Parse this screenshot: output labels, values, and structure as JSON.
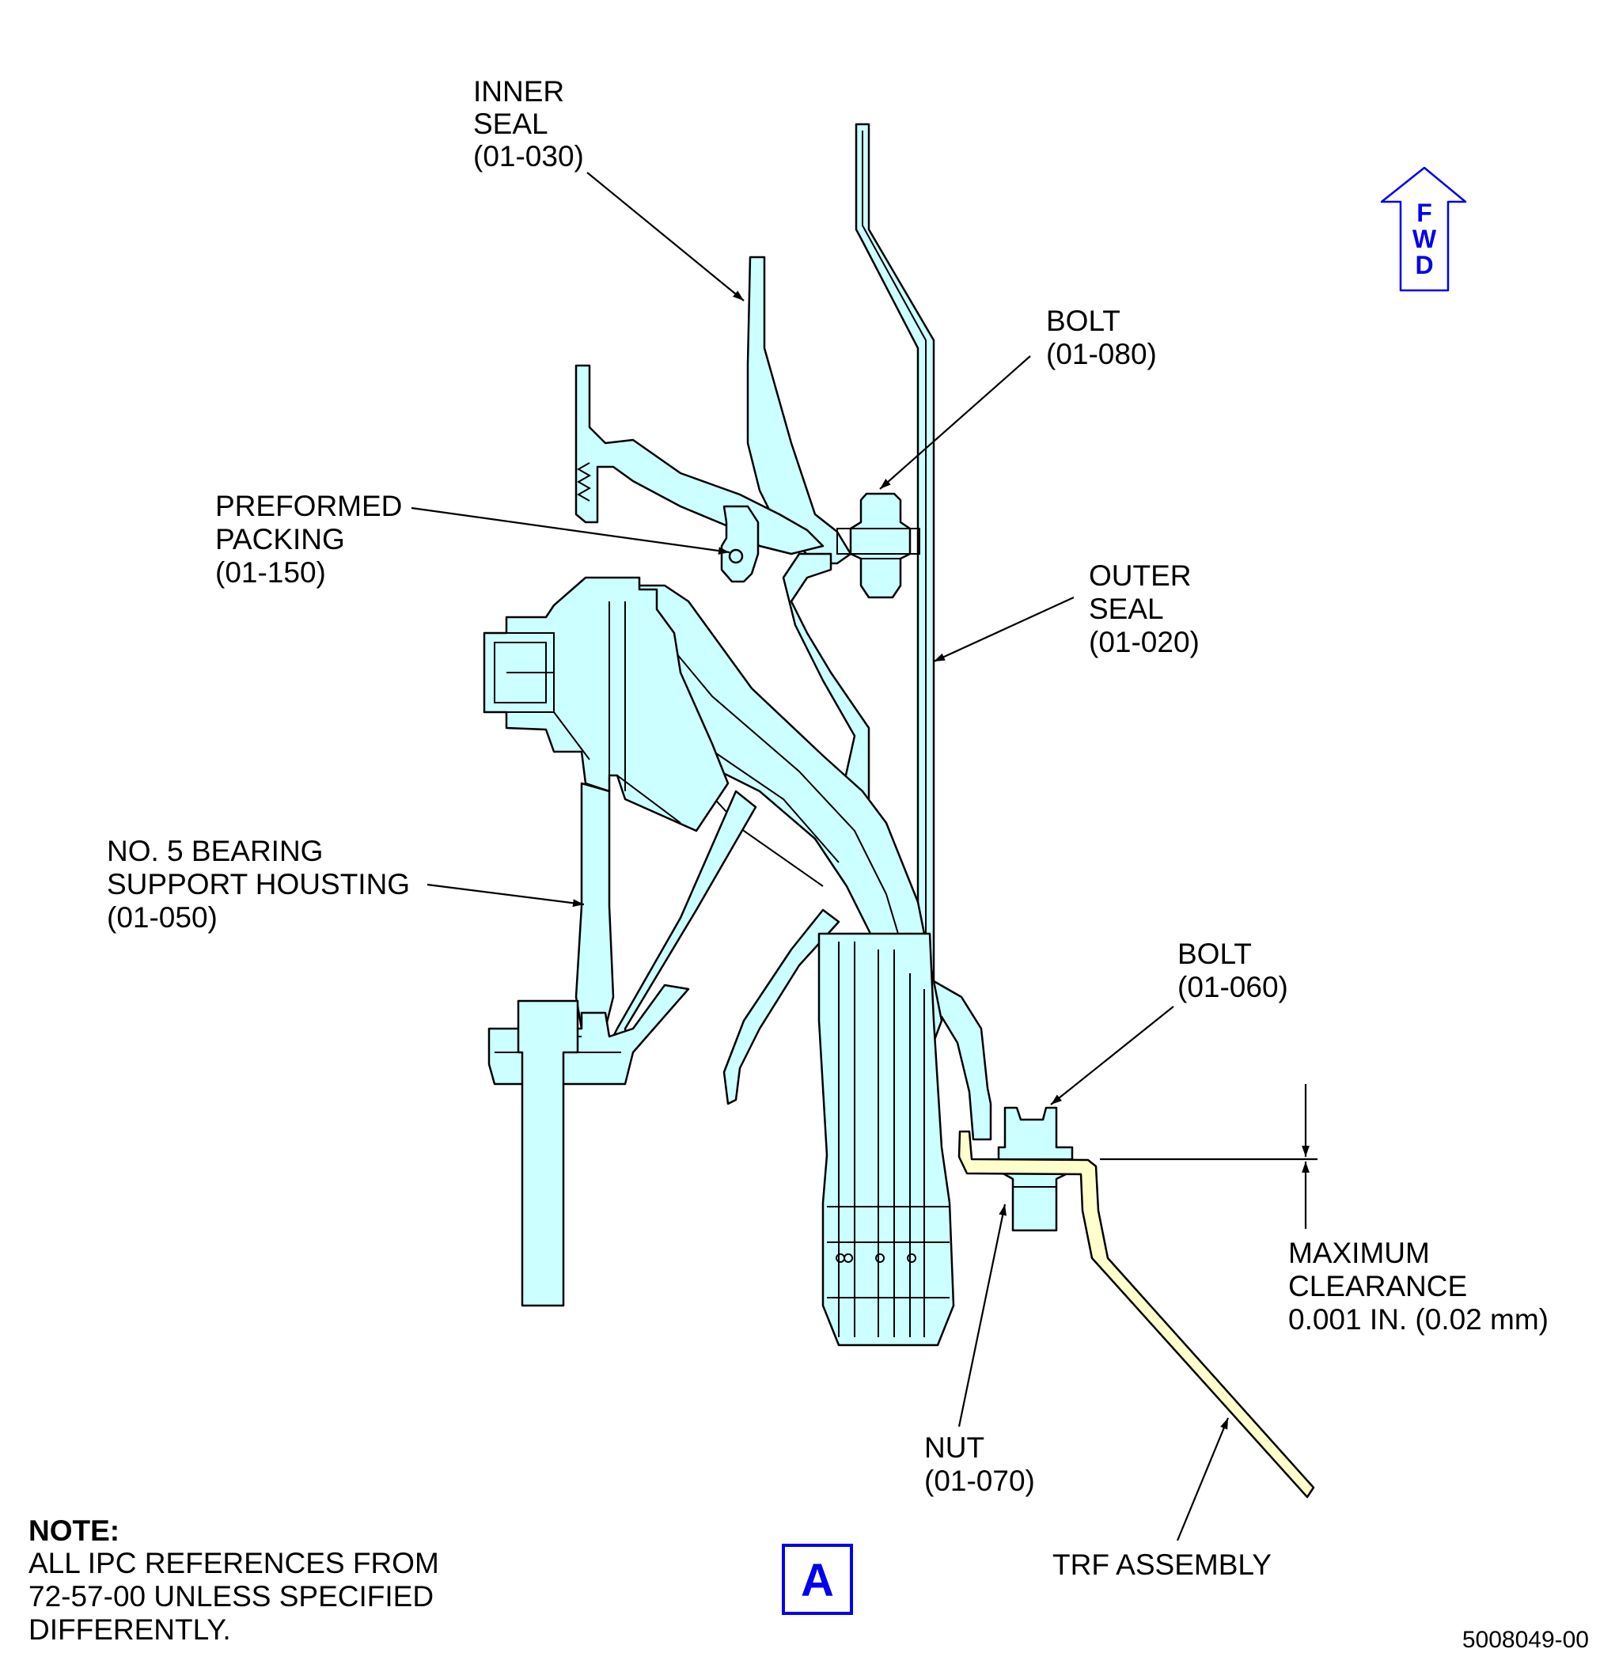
{
  "labels": {
    "inner_seal": [
      "INNER",
      "SEAL",
      "(01-030)"
    ],
    "bolt_080": [
      "BOLT",
      "(01-080)"
    ],
    "preformed_packing": [
      "PREFORMED",
      "PACKING",
      "(01-150)"
    ],
    "outer_seal": [
      "OUTER",
      "SEAL",
      "(01-020)"
    ],
    "bearing_housing": [
      "NO. 5 BEARING",
      "SUPPORT HOUSTING",
      "(01-050)"
    ],
    "bolt_060": [
      "BOLT",
      "(01-060)"
    ],
    "max_clearance": [
      "MAXIMUM",
      "CLEARANCE",
      "0.001 IN. (0.02 mm)"
    ],
    "nut_070": [
      "NUT",
      "(01-070)"
    ],
    "trf_assembly": "TRF ASSEMBLY"
  },
  "fwd_arrow": {
    "letters": [
      "F",
      "W",
      "D"
    ],
    "color": "#0000ee"
  },
  "note": {
    "heading": "NOTE:",
    "lines": [
      "ALL IPC REFERENCES FROM",
      "72-57-00 UNLESS SPECIFIED",
      "DIFFERENTLY."
    ]
  },
  "view_label": "A",
  "document_number": "5008049-00",
  "colors": {
    "part_fill": "#ccffff",
    "trf_fill": "#ffffcc",
    "annotation_blue": "#0000ee",
    "line": "#000000"
  }
}
